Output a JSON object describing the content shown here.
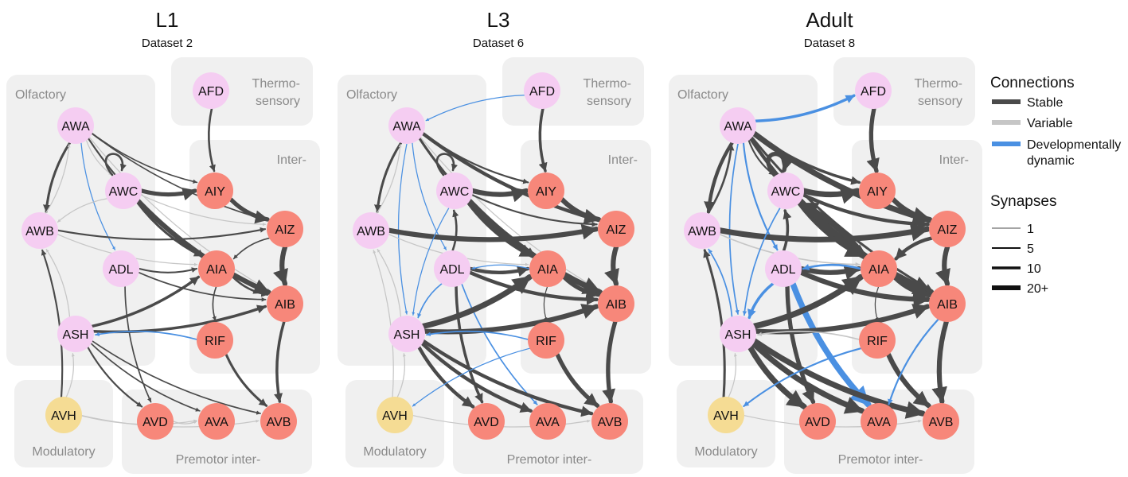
{
  "panels": [
    {
      "title": "L1",
      "subtitle": "Dataset 2"
    },
    {
      "title": "L3",
      "subtitle": "Dataset 6"
    },
    {
      "title": "Adult",
      "subtitle": "Dataset 8"
    }
  ],
  "regions": {
    "olfactory": "Olfactory",
    "thermo_line1": "Thermo-",
    "thermo_line2": "sensory",
    "inter": "Inter-",
    "modulatory": "Modulatory",
    "premotor": "Premotor inter-"
  },
  "neurons": [
    {
      "id": "AWA",
      "cls": "sensory"
    },
    {
      "id": "AFD",
      "cls": "sensory"
    },
    {
      "id": "AWC",
      "cls": "sensory"
    },
    {
      "id": "AWB",
      "cls": "sensory"
    },
    {
      "id": "ADL",
      "cls": "sensory"
    },
    {
      "id": "ASH",
      "cls": "sensory"
    },
    {
      "id": "AIY",
      "cls": "inter"
    },
    {
      "id": "AIZ",
      "cls": "inter"
    },
    {
      "id": "AIA",
      "cls": "inter"
    },
    {
      "id": "AIB",
      "cls": "inter"
    },
    {
      "id": "RIF",
      "cls": "inter"
    },
    {
      "id": "AVH",
      "cls": "modulatory"
    },
    {
      "id": "AVD",
      "cls": "premotor"
    },
    {
      "id": "AVA",
      "cls": "premotor"
    },
    {
      "id": "AVB",
      "cls": "premotor"
    }
  ],
  "colors": {
    "sensory": "#f5cdf2",
    "inter": "#f7877a",
    "modulatory": "#f5dc94",
    "premotor": "#f7877a",
    "stable": "#4a4a4a",
    "variable": "#c6c6c6",
    "dynamic": "#4a90e2",
    "region": "#f0f0f0"
  },
  "legend": {
    "connections_title": "Connections",
    "connections": [
      {
        "label": "Stable",
        "type": "stable"
      },
      {
        "label": "Variable",
        "type": "variable"
      },
      {
        "label": "Developmentally dynamic",
        "type": "dynamic",
        "lines": [
          "Developmentally",
          "dynamic"
        ]
      }
    ],
    "synapses_title": "Synapses",
    "synapses": [
      {
        "label": "1",
        "weight": 1
      },
      {
        "label": "5",
        "weight": 5
      },
      {
        "label": "10",
        "weight": 10
      },
      {
        "label": "20+",
        "weight": 20
      }
    ]
  },
  "edges": [
    [
      [
        "AWA",
        "AWB",
        "stable",
        5
      ],
      [
        "AWA",
        "AWC",
        "variable",
        1
      ],
      [
        "AWA",
        "AIY",
        "stable",
        2
      ],
      [
        "AWA",
        "AIZ",
        "stable",
        2
      ],
      [
        "AWA",
        "AIA",
        "stable",
        3
      ],
      [
        "AWA",
        "AIB",
        "variable",
        1
      ],
      [
        "AWA",
        "ADL",
        "dynamic",
        1
      ],
      [
        "AWC",
        "AWC",
        "stable",
        4
      ],
      [
        "AWC",
        "AIY",
        "stable",
        10
      ],
      [
        "AWC",
        "AIA",
        "stable",
        5
      ],
      [
        "AWC",
        "AIB",
        "stable",
        12
      ],
      [
        "AWC",
        "AIZ",
        "variable",
        1
      ],
      [
        "AWC",
        "AWB",
        "variable",
        1
      ],
      [
        "AFD",
        "AIY",
        "stable",
        4
      ],
      [
        "AIY",
        "AIZ",
        "stable",
        10
      ],
      [
        "AWB",
        "AIZ",
        "stable",
        3
      ],
      [
        "AWB",
        "AIA",
        "variable",
        1
      ],
      [
        "ADL",
        "AIA",
        "stable",
        3
      ],
      [
        "ADL",
        "AIB",
        "stable",
        2
      ],
      [
        "ADL",
        "AVD",
        "stable",
        2
      ],
      [
        "AIZ",
        "AIB",
        "stable",
        12
      ],
      [
        "AIZ",
        "AIA",
        "stable",
        2
      ],
      [
        "AIA",
        "AIB",
        "stable",
        4
      ],
      [
        "AIA",
        "RIF",
        "stable",
        2
      ],
      [
        "ASH",
        "AIA",
        "stable",
        6
      ],
      [
        "ASH",
        "AIB",
        "stable",
        6
      ],
      [
        "ASH",
        "AWB",
        "variable",
        1
      ],
      [
        "RIF",
        "ASH",
        "dynamic",
        2
      ],
      [
        "RIF",
        "AVB",
        "stable",
        5
      ],
      [
        "AIB",
        "AVB",
        "stable",
        6
      ],
      [
        "ASH",
        "AVD",
        "stable",
        3
      ],
      [
        "ASH",
        "AVA",
        "stable",
        2
      ],
      [
        "ASH",
        "AVB",
        "stable",
        2
      ],
      [
        "AVH",
        "AWB",
        "stable",
        3
      ],
      [
        "AVH",
        "AVA",
        "variable",
        1
      ],
      [
        "AVH",
        "AVB",
        "variable",
        1
      ],
      [
        "AVH",
        "ASH",
        "variable",
        1
      ],
      [
        "AVD",
        "AVA",
        "variable",
        1
      ],
      [
        "AWB",
        "AWA",
        "variable",
        1
      ]
    ],
    [
      [
        "AWA",
        "AWB",
        "stable",
        5
      ],
      [
        "AWA",
        "ASH",
        "dynamic",
        1
      ],
      [
        "AWA",
        "AIY",
        "stable",
        3
      ],
      [
        "AWA",
        "AIZ",
        "stable",
        8
      ],
      [
        "AWA",
        "AIA",
        "stable",
        5
      ],
      [
        "AWA",
        "AIB",
        "variable",
        1
      ],
      [
        "AWA",
        "ADL",
        "dynamic",
        1
      ],
      [
        "AFD",
        "AWA",
        "dynamic",
        1
      ],
      [
        "AFD",
        "AIY",
        "stable",
        6
      ],
      [
        "AWC",
        "AWC",
        "stable",
        4
      ],
      [
        "AWC",
        "AIY",
        "stable",
        12
      ],
      [
        "AWC",
        "AIA",
        "stable",
        10
      ],
      [
        "AWC",
        "AIB",
        "stable",
        14
      ],
      [
        "AWC",
        "AIZ",
        "stable",
        3
      ],
      [
        "AIY",
        "AIZ",
        "stable",
        12
      ],
      [
        "AWB",
        "AIZ",
        "stable",
        12
      ],
      [
        "AWB",
        "AIA",
        "variable",
        1
      ],
      [
        "ADL",
        "AWC",
        "stable",
        4
      ],
      [
        "ADL",
        "AIA",
        "stable",
        8
      ],
      [
        "ADL",
        "AIB",
        "stable",
        8
      ],
      [
        "ADL",
        "AVD",
        "stable",
        6
      ],
      [
        "ADL",
        "AVA",
        "dynamic",
        2
      ],
      [
        "ADL",
        "ASH",
        "dynamic",
        2
      ],
      [
        "AIA",
        "ADL",
        "dynamic",
        1
      ],
      [
        "AIZ",
        "AIB",
        "stable",
        12
      ],
      [
        "AIA",
        "AIB",
        "stable",
        10
      ],
      [
        "AIA",
        "RIF",
        "stable",
        1
      ],
      [
        "ASH",
        "AIA",
        "stable",
        14
      ],
      [
        "ASH",
        "AIB",
        "stable",
        12
      ],
      [
        "ASH",
        "AWB",
        "variable",
        1
      ],
      [
        "ASH",
        "AVD",
        "stable",
        8
      ],
      [
        "ASH",
        "AVA",
        "stable",
        8
      ],
      [
        "ASH",
        "AVB",
        "stable",
        8
      ],
      [
        "RIF",
        "ASH",
        "dynamic",
        2
      ],
      [
        "RIF",
        "AVB",
        "stable",
        10
      ],
      [
        "AIB",
        "AVB",
        "stable",
        10
      ],
      [
        "RIF",
        "AVH",
        "dynamic",
        1
      ],
      [
        "AVH",
        "AWB",
        "variable",
        1
      ],
      [
        "AVH",
        "ASH",
        "variable",
        1
      ],
      [
        "AVH",
        "AVB",
        "variable",
        1
      ],
      [
        "AWB",
        "AWA",
        "variable",
        1
      ],
      [
        "AWC",
        "ASH",
        "dynamic",
        1
      ]
    ],
    [
      [
        "AWA",
        "AFD",
        "dynamic",
        6
      ],
      [
        "AWA",
        "AWB",
        "stable",
        8
      ],
      [
        "AWA",
        "AWC",
        "stable",
        3
      ],
      [
        "AWA",
        "AIY",
        "stable",
        6
      ],
      [
        "AWA",
        "AIZ",
        "stable",
        14
      ],
      [
        "AWA",
        "AIA",
        "stable",
        8
      ],
      [
        "AWA",
        "AIB",
        "stable",
        5
      ],
      [
        "AWA",
        "ADL",
        "dynamic",
        3
      ],
      [
        "AWA",
        "ASH",
        "dynamic",
        2
      ],
      [
        "AFD",
        "AIY",
        "stable",
        10
      ],
      [
        "AWC",
        "AWC",
        "stable",
        10
      ],
      [
        "AWC",
        "AIY",
        "stable",
        14
      ],
      [
        "AWC",
        "AIA",
        "stable",
        16
      ],
      [
        "AWC",
        "AIB",
        "stable",
        16
      ],
      [
        "AWC",
        "AIZ",
        "stable",
        8
      ],
      [
        "AIY",
        "AIZ",
        "stable",
        12
      ],
      [
        "AWB",
        "AIZ",
        "stable",
        14
      ],
      [
        "AWB",
        "AIA",
        "variable",
        2
      ],
      [
        "ADL",
        "AWC",
        "stable",
        6
      ],
      [
        "ADL",
        "AIA",
        "stable",
        12
      ],
      [
        "ADL",
        "AIB",
        "stable",
        12
      ],
      [
        "ADL",
        "AVD",
        "stable",
        10
      ],
      [
        "ADL",
        "AVA",
        "dynamic",
        16
      ],
      [
        "ADL",
        "ASH",
        "dynamic",
        6
      ],
      [
        "AIA",
        "AWC",
        "stable",
        14
      ],
      [
        "AIA",
        "ADL",
        "dynamic",
        4
      ],
      [
        "AIZ",
        "AIA",
        "stable",
        8
      ],
      [
        "AIZ",
        "AIB",
        "stable",
        12
      ],
      [
        "AIA",
        "AIB",
        "stable",
        14
      ],
      [
        "AIA",
        "RIF",
        "stable",
        1
      ],
      [
        "ASH",
        "AIA",
        "stable",
        16
      ],
      [
        "ASH",
        "AIB",
        "stable",
        12
      ],
      [
        "ASH",
        "AWB",
        "dynamic",
        2
      ],
      [
        "ASH",
        "AVD",
        "stable",
        14
      ],
      [
        "ASH",
        "AVA",
        "stable",
        14
      ],
      [
        "ASH",
        "AVB",
        "stable",
        14
      ],
      [
        "RIF",
        "ASH",
        "variable",
        2
      ],
      [
        "RIF",
        "AVB",
        "stable",
        12
      ],
      [
        "AIB",
        "AVB",
        "stable",
        12
      ],
      [
        "AIB",
        "AVA",
        "dynamic",
        3
      ],
      [
        "RIF",
        "AVH",
        "dynamic",
        3
      ],
      [
        "AVH",
        "AWB",
        "stable",
        5
      ],
      [
        "AVH",
        "ASH",
        "variable",
        1
      ],
      [
        "AVH",
        "AVB",
        "variable",
        1
      ],
      [
        "AWB",
        "AWA",
        "stable",
        4
      ],
      [
        "AWC",
        "ASH",
        "dynamic",
        2
      ]
    ]
  ]
}
